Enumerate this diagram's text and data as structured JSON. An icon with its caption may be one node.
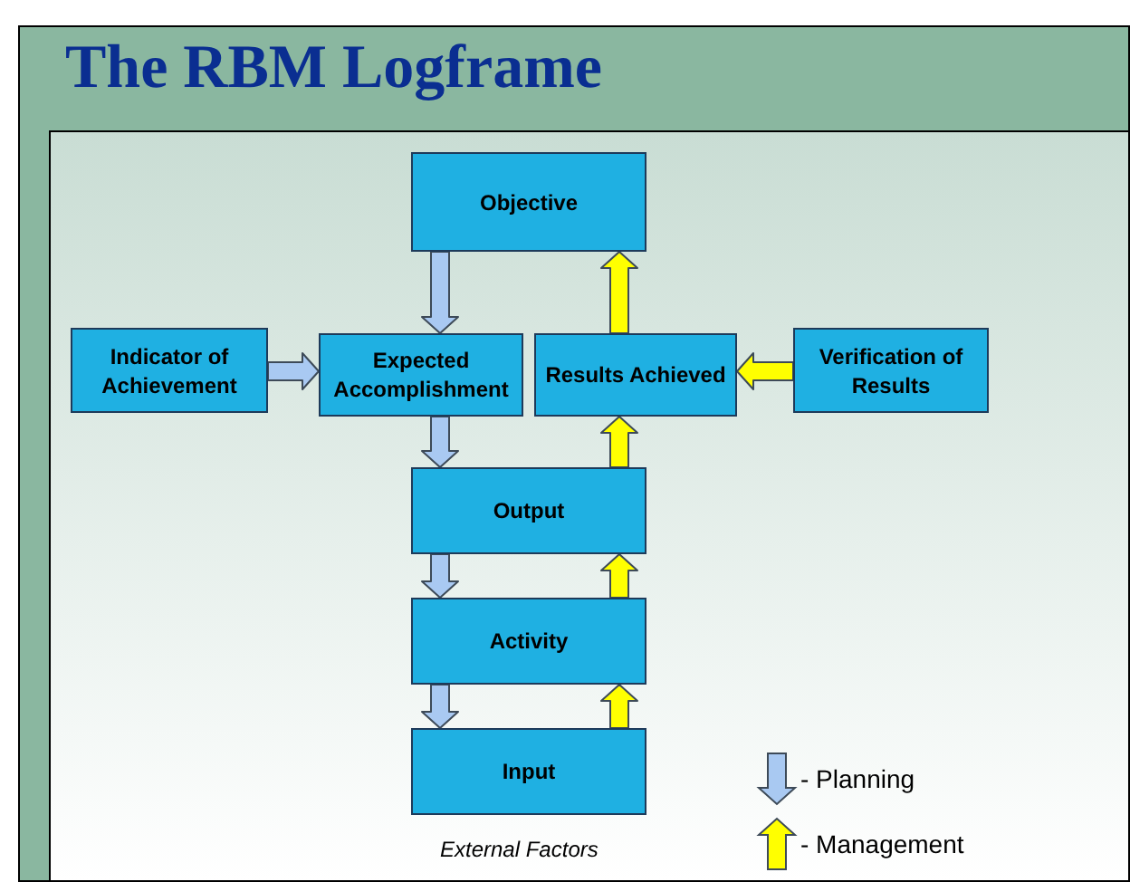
{
  "diagram": {
    "title": "The RBM Logframe",
    "nodes": [
      {
        "text": [
          "Objective"
        ]
      },
      {
        "text": [
          "Indicator of Achievement"
        ]
      },
      {
        "text": [
          "Expected Accomplishment"
        ]
      },
      {
        "text": [
          "Results Achieved"
        ]
      },
      {
        "text": [
          "Verification of Results"
        ]
      },
      {
        "text": [
          "Output"
        ]
      },
      {
        "text": [
          "Activity"
        ]
      },
      {
        "text": [
          "Input"
        ]
      }
    ],
    "edges": [
      {
        "from": 0,
        "to": 2,
        "arrow": "to",
        "color": "#a9c9f2"
      },
      {
        "from": 1,
        "to": 2,
        "arrow": "to",
        "color": "#a9c9f2"
      },
      {
        "from": 2,
        "to": 5,
        "arrow": "to",
        "color": "#a9c9f2"
      },
      {
        "from": 5,
        "to": 6,
        "arrow": "to",
        "color": "#a9c9f2"
      },
      {
        "from": 6,
        "to": 7,
        "arrow": "to",
        "color": "#a9c9f2"
      },
      {
        "from": 7,
        "to": 6,
        "arrow": "to",
        "color": "#ffff00"
      },
      {
        "from": 6,
        "to": 5,
        "arrow": "to",
        "color": "#ffff00"
      },
      {
        "from": 5,
        "to": 3,
        "arrow": "to",
        "color": "#ffff00"
      },
      {
        "from": 3,
        "to": 0,
        "arrow": "to",
        "color": "#ffff00"
      },
      {
        "from": 4,
        "to": 3,
        "arrow": "to",
        "color": "#ffff00"
      }
    ],
    "labels": [
      "External Factors"
    ],
    "legend": [
      {
        "text": "- Planning"
      },
      {
        "text": "- Management"
      }
    ]
  }
}
